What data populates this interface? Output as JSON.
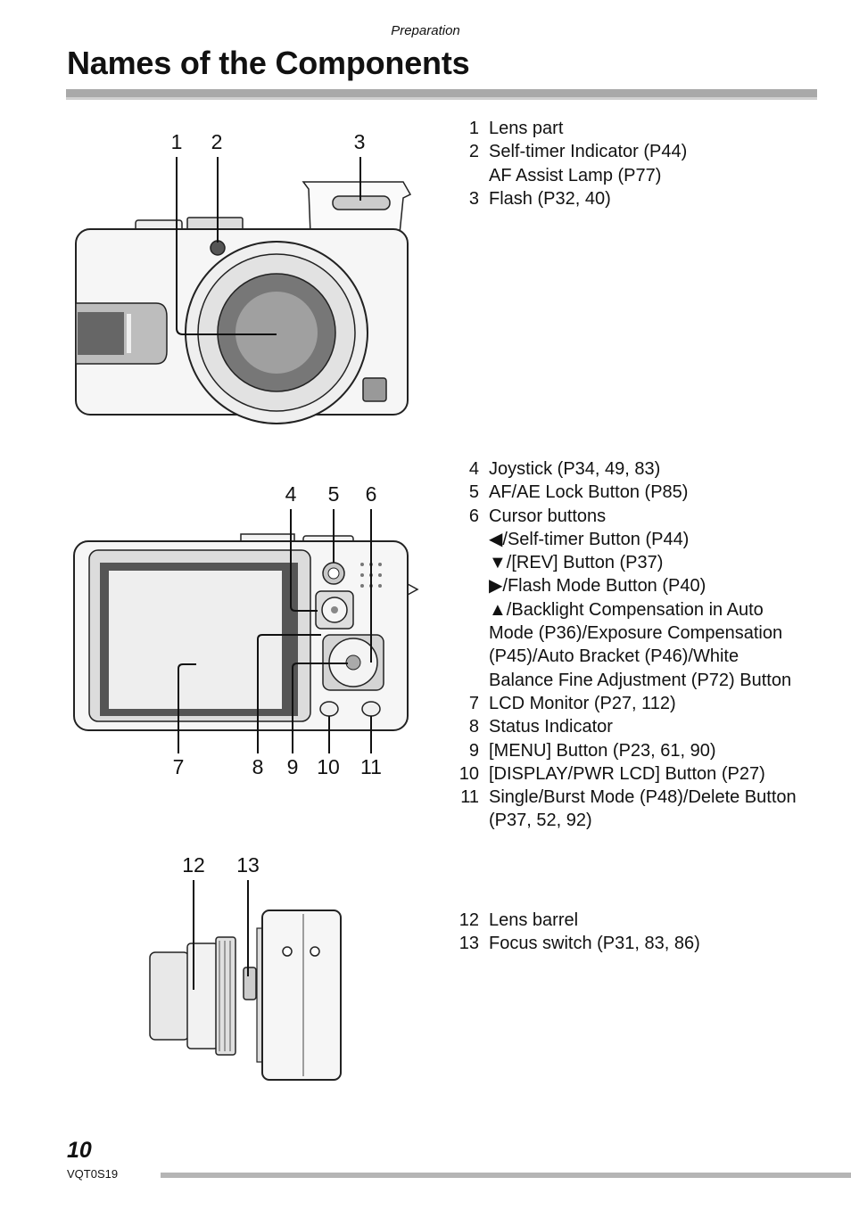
{
  "header": {
    "section": "Preparation",
    "title": "Names of the Components"
  },
  "front": {
    "callouts": [
      "1",
      "2",
      "3"
    ],
    "items": [
      {
        "num": "1",
        "lines": [
          "Lens part"
        ]
      },
      {
        "num": "2",
        "lines": [
          "Self-timer Indicator (P44)",
          "AF Assist Lamp (P77)"
        ]
      },
      {
        "num": "3",
        "lines": [
          "Flash (P32, 40)"
        ]
      }
    ]
  },
  "back": {
    "callouts": [
      "4",
      "5",
      "6",
      "7",
      "8",
      "9",
      "10",
      "11"
    ],
    "items": [
      {
        "num": "4",
        "lines": [
          "Joystick (P34, 49, 83)"
        ]
      },
      {
        "num": "5",
        "lines": [
          "AF/AE Lock Button (P85)"
        ]
      },
      {
        "num": "6",
        "lines": [
          "Cursor buttons",
          "◀/Self-timer Button (P44)",
          "▼/[REV] Button (P37)",
          "▶/Flash Mode Button (P40)",
          "▲/Backlight Compensation in Auto",
          "Mode (P36)/Exposure Compensation",
          "(P45)/Auto Bracket (P46)/White",
          "Balance Fine Adjustment (P72) Button"
        ]
      },
      {
        "num": "7",
        "lines": [
          "LCD Monitor (P27, 112)"
        ]
      },
      {
        "num": "8",
        "lines": [
          "Status Indicator"
        ]
      },
      {
        "num": "9",
        "lines": [
          "[MENU] Button (P23, 61, 90)"
        ]
      },
      {
        "num": "10",
        "lines": [
          "[DISPLAY/PWR LCD] Button (P27)"
        ]
      },
      {
        "num": "11",
        "lines": [
          "Single/Burst Mode (P48)/Delete Button",
          "(P37, 52, 92)"
        ]
      }
    ]
  },
  "side": {
    "callouts": [
      "12",
      "13"
    ],
    "items": [
      {
        "num": "12",
        "lines": [
          "Lens barrel"
        ]
      },
      {
        "num": "13",
        "lines": [
          "Focus switch (P31, 83, 86)"
        ]
      }
    ]
  },
  "footer": {
    "page_number": "10",
    "code": "VQT0S19"
  }
}
